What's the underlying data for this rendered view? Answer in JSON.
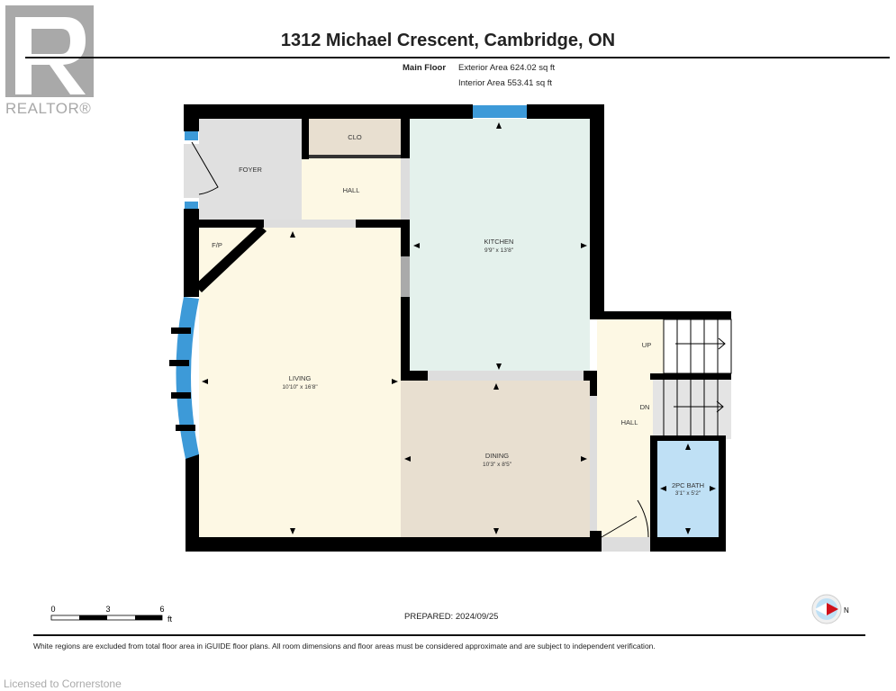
{
  "header": {
    "title": "1312 Michael Crescent, Cambridge, ON",
    "floor_label": "Main Floor",
    "exterior_area": "Exterior Area 624.02 sq ft",
    "interior_area": "Interior Area 553.41 sq ft"
  },
  "logo": {
    "text": "REALTOR®"
  },
  "rooms": {
    "foyer": {
      "name": "FOYER"
    },
    "clo": {
      "name": "CLO"
    },
    "hall_top": {
      "name": "HALL"
    },
    "fp": {
      "name": "F/P"
    },
    "kitchen": {
      "name": "KITCHEN",
      "dims": "9'9\" x 13'8\""
    },
    "living": {
      "name": "LIVING",
      "dims": "10'10\" x 16'8\""
    },
    "dining": {
      "name": "DINING",
      "dims": "10'3\" x 8'5\""
    },
    "hall_right": {
      "name": "HALL"
    },
    "bath": {
      "name": "2PC BATH",
      "dims": "3'1\" x 5'2\""
    },
    "stairs_up": {
      "name": "UP"
    },
    "stairs_dn": {
      "name": "DN"
    }
  },
  "scale": {
    "ticks": [
      "0",
      "3",
      "6"
    ],
    "unit": "ft"
  },
  "compass": {
    "label": "N"
  },
  "footer": {
    "prepared": "PREPARED: 2024/09/25",
    "disclaimer": "White regions are excluded from total floor area in iGUIDE floor plans. All room dimensions and floor areas must be considered approximate and are subject to independent verification.",
    "licensed": "Licensed to Cornerstone"
  },
  "colors": {
    "wall": "#000000",
    "window": "#3d9ad8",
    "kitchen": "#e4f1ec",
    "living": "#fdf8e4",
    "dining": "#e8dfd0",
    "bath": "#bfe0f5",
    "foyer": "#e0e0e0"
  }
}
